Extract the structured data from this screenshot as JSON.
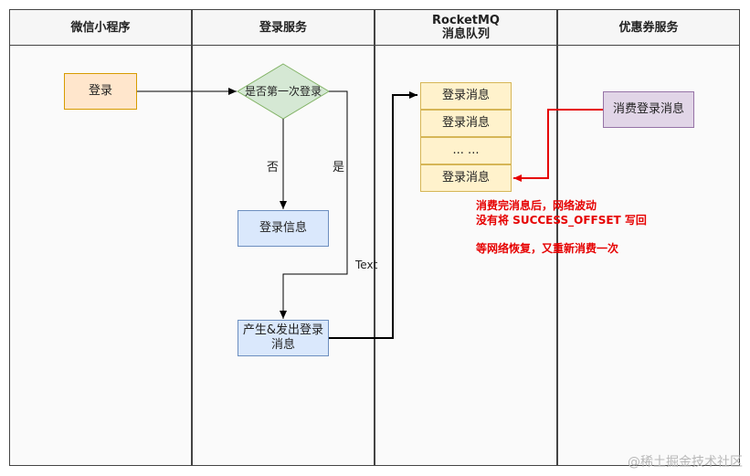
{
  "lanes": {
    "wechat": "微信小程序",
    "login_service": "登录服务",
    "rocketmq": "RocketMQ\n消息队列",
    "coupon_service": "优惠券服务"
  },
  "nodes": {
    "login": "登录",
    "first_login_decision": "是否第一次登录",
    "login_info": "登录信息",
    "produce_send": "产生&发出登录\n消息",
    "consume_login": "消费登录消息"
  },
  "queue": {
    "items": [
      "登录消息",
      "登录消息",
      "... ...",
      "登录消息"
    ]
  },
  "edge_labels": {
    "no": "否",
    "yes": "是",
    "text": "Text"
  },
  "annotation": {
    "line1": "消费完消息后，网络波动",
    "line2": "没有将 SUCCESS_OFFSET 写回",
    "line3": "等网络恢复，又重新消费一次"
  },
  "watermark": "@稀土掘金技术社区",
  "colors": {
    "annotation": "#e60000",
    "orange_fill": "#ffe6cc",
    "blue_fill": "#dae8fc",
    "yellow_fill": "#fff2cc",
    "purple_fill": "#e1d5e7",
    "decision_fill": "#d5e8d4"
  }
}
